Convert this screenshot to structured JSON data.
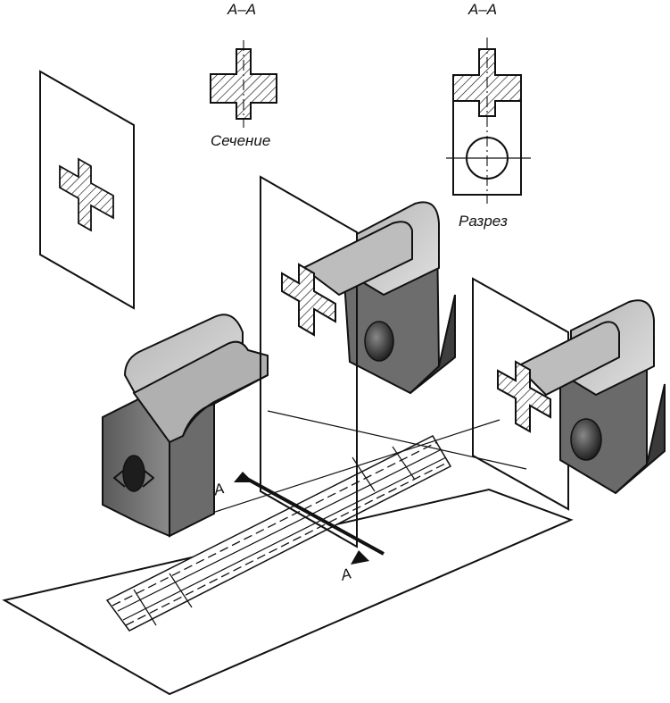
{
  "labels": {
    "section_title": "A–A",
    "section_caption": "Сечение",
    "cut_title": "A–A",
    "cut_caption": "Разрез",
    "cut_mark_left": "A",
    "cut_mark_right": "A"
  },
  "colors": {
    "ink": "#111111",
    "paper": "#ffffff",
    "face_light": "#c8c8c8",
    "face_mid": "#8a8a8a",
    "face_dark": "#4a4a4a"
  }
}
